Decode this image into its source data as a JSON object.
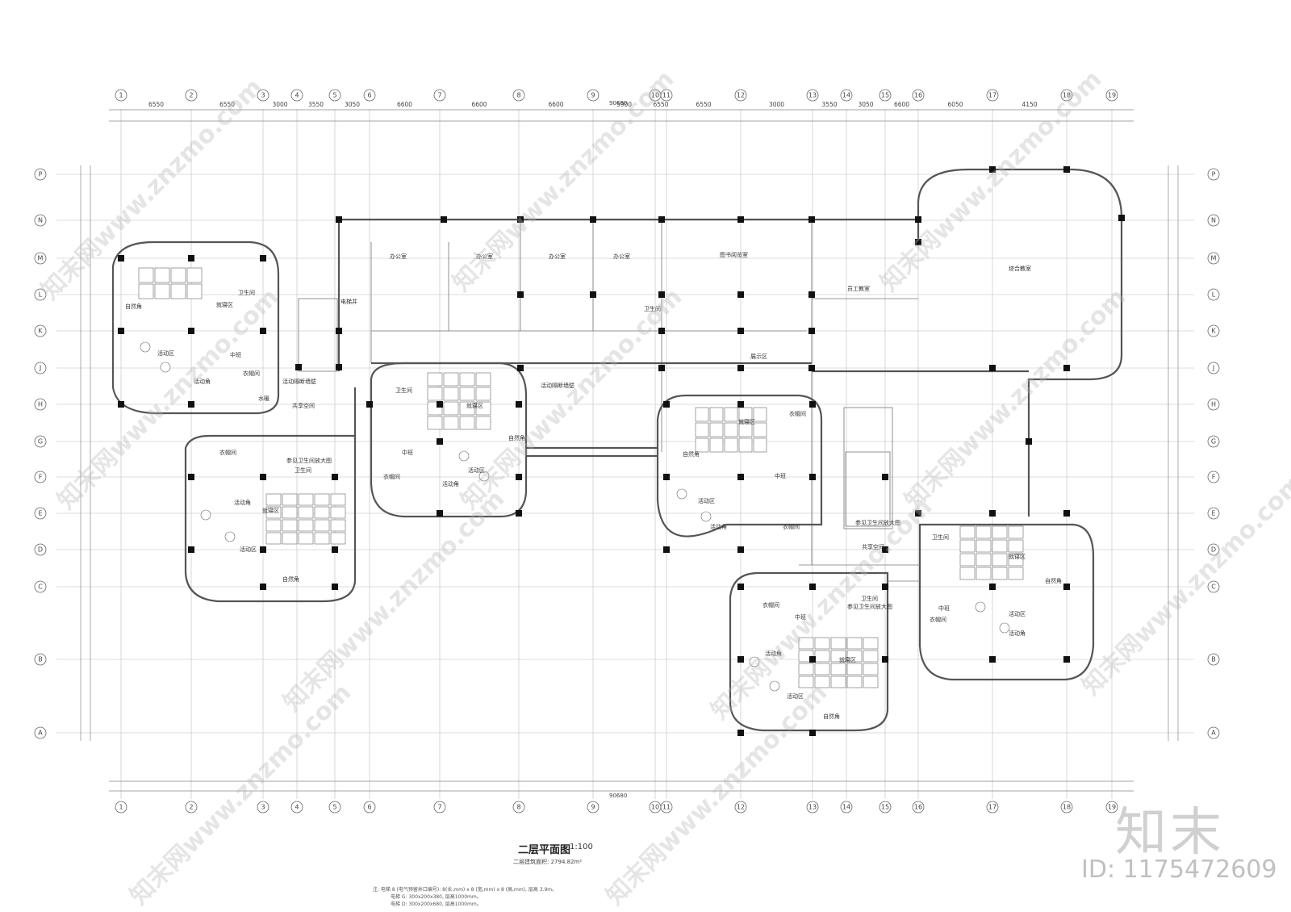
{
  "axes": {
    "columns": [
      "1",
      "2",
      "3",
      "4",
      "5",
      "6",
      "7",
      "8",
      "9",
      "10",
      "11",
      "12",
      "13",
      "14",
      "15",
      "16",
      "17",
      "18",
      "19"
    ],
    "rows": [
      "P",
      "N",
      "M",
      "L",
      "K",
      "J",
      "H",
      "G",
      "F",
      "E",
      "D",
      "C",
      "B",
      "A"
    ]
  },
  "dimensions": {
    "total": "90680",
    "top_row": [
      "6550",
      "6550",
      "3000",
      "3550",
      "3050",
      "6600",
      "6600",
      "6600",
      "5900",
      "6550",
      "6550",
      "3000",
      "3550",
      "3050",
      "6600",
      "6050",
      "4150"
    ]
  },
  "rooms": {
    "office": "办公室",
    "library": "图书阅览室",
    "staff_room": "员工教室",
    "multi_classroom": "综合教室",
    "exhibition": "展示区",
    "toilet": "卫生间",
    "natural_corner": "自然角",
    "activity_area": "活动区",
    "activity_corner": "活动角",
    "sleeping_area": "就寝区",
    "cloakroom": "衣帽间",
    "central_space": "共享空间",
    "middle_hall": "中班",
    "toilet_detail": "参见卫生间放大图",
    "elevator": "电梯井",
    "stair_note": "活动隔断墙壁",
    "water_room": "水暖"
  },
  "title": {
    "name": "二层平面图",
    "scale": "1:100",
    "area": "二层建筑面积: 2794.82m²"
  },
  "notes": {
    "line1": "注: 电梯 8 (电气预留井口编号): 8(长,mm) x 8 (宽,mm) x 8 (高,mm), 层高 3.9m。",
    "line2": "电梯 G: 300x200x380, 层高1000mm。",
    "line3": "电梯 D: 300x200x680, 层高1000mm。"
  },
  "watermark": {
    "site": "知末网www.znzmo.com",
    "logo": "知末",
    "id": "ID: 1175472609"
  }
}
